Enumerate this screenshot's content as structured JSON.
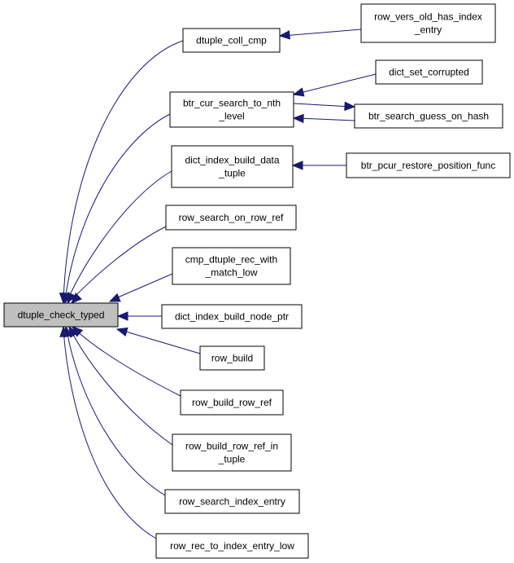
{
  "graph": {
    "colors": {
      "edge": "#191970",
      "root_fill": "#bfbfbf",
      "node_fill": "#ffffff",
      "node_border": "#000000"
    },
    "nodes": [
      {
        "id": "dtuple_check_typed",
        "lines": [
          "dtuple_check_typed"
        ],
        "root": true
      },
      {
        "id": "dtuple_coll_cmp",
        "lines": [
          "dtuple_coll_cmp"
        ]
      },
      {
        "id": "row_vers_old_has_index_entry",
        "lines": [
          "row_vers_old_has_index",
          "_entry"
        ]
      },
      {
        "id": "btr_cur_search_to_nth_level",
        "lines": [
          "btr_cur_search_to_nth",
          "_level"
        ]
      },
      {
        "id": "dict_set_corrupted",
        "lines": [
          "dict_set_corrupted"
        ]
      },
      {
        "id": "btr_search_guess_on_hash",
        "lines": [
          "btr_search_guess_on_hash"
        ]
      },
      {
        "id": "dict_index_build_data_tuple",
        "lines": [
          "dict_index_build_data",
          "_tuple"
        ]
      },
      {
        "id": "btr_pcur_restore_position_func",
        "lines": [
          "btr_pcur_restore_position_func"
        ]
      },
      {
        "id": "row_search_on_row_ref",
        "lines": [
          "row_search_on_row_ref"
        ]
      },
      {
        "id": "cmp_dtuple_rec_with_match_low",
        "lines": [
          "cmp_dtuple_rec_with",
          "_match_low"
        ]
      },
      {
        "id": "dict_index_build_node_ptr",
        "lines": [
          "dict_index_build_node_ptr"
        ]
      },
      {
        "id": "row_build",
        "lines": [
          "row_build"
        ]
      },
      {
        "id": "row_build_row_ref",
        "lines": [
          "row_build_row_ref"
        ]
      },
      {
        "id": "row_build_row_ref_in_tuple",
        "lines": [
          "row_build_row_ref_in",
          "_tuple"
        ]
      },
      {
        "id": "row_search_index_entry",
        "lines": [
          "row_search_index_entry"
        ]
      },
      {
        "id": "row_rec_to_index_entry_low",
        "lines": [
          "row_rec_to_index_entry_low"
        ]
      }
    ],
    "edges": [
      {
        "from": "dtuple_coll_cmp",
        "to": "dtuple_check_typed"
      },
      {
        "from": "btr_cur_search_to_nth_level",
        "to": "dtuple_check_typed"
      },
      {
        "from": "dict_index_build_data_tuple",
        "to": "dtuple_check_typed"
      },
      {
        "from": "row_search_on_row_ref",
        "to": "dtuple_check_typed"
      },
      {
        "from": "cmp_dtuple_rec_with_match_low",
        "to": "dtuple_check_typed"
      },
      {
        "from": "dict_index_build_node_ptr",
        "to": "dtuple_check_typed"
      },
      {
        "from": "row_build",
        "to": "dtuple_check_typed"
      },
      {
        "from": "row_build_row_ref",
        "to": "dtuple_check_typed"
      },
      {
        "from": "row_build_row_ref_in_tuple",
        "to": "dtuple_check_typed"
      },
      {
        "from": "row_search_index_entry",
        "to": "dtuple_check_typed"
      },
      {
        "from": "row_rec_to_index_entry_low",
        "to": "dtuple_check_typed"
      },
      {
        "from": "row_vers_old_has_index_entry",
        "to": "dtuple_coll_cmp"
      },
      {
        "from": "dict_set_corrupted",
        "to": "btr_cur_search_to_nth_level"
      },
      {
        "from": "btr_search_guess_on_hash",
        "to": "btr_cur_search_to_nth_level"
      },
      {
        "from": "btr_cur_search_to_nth_level",
        "to": "btr_search_guess_on_hash"
      },
      {
        "from": "btr_pcur_restore_position_func",
        "to": "dict_index_build_data_tuple"
      }
    ]
  }
}
